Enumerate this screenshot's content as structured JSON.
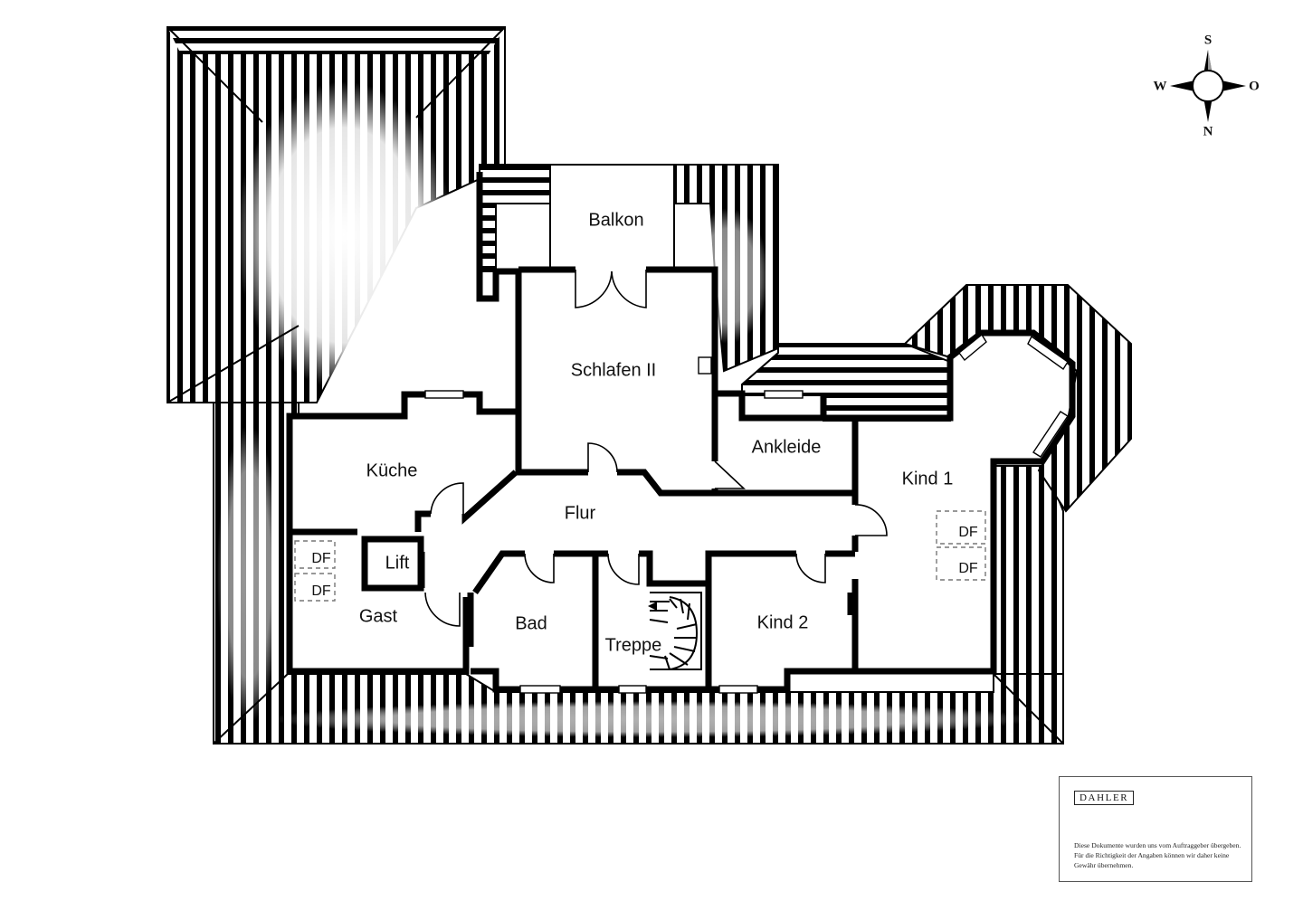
{
  "rooms": {
    "balkon": "Balkon",
    "schlafen": "Schlafen II",
    "kueche": "Küche",
    "ankleide": "Ankleide",
    "kind1": "Kind 1",
    "flur": "Flur",
    "lift": "Lift",
    "gast": "Gast",
    "bad": "Bad",
    "treppe": "Treppe",
    "kind2": "Kind 2"
  },
  "skylights": {
    "df": "DF"
  },
  "compass": {
    "south": "S",
    "west": "W",
    "east": "O",
    "north": "N"
  },
  "footer": {
    "logo": "DAHLER",
    "disclaimer": "Diese Dokumente wurden uns vom Auftraggeber übergeben. Für die Richtigkeit der Angaben können wir daher keine Gewähr übernehmen."
  }
}
